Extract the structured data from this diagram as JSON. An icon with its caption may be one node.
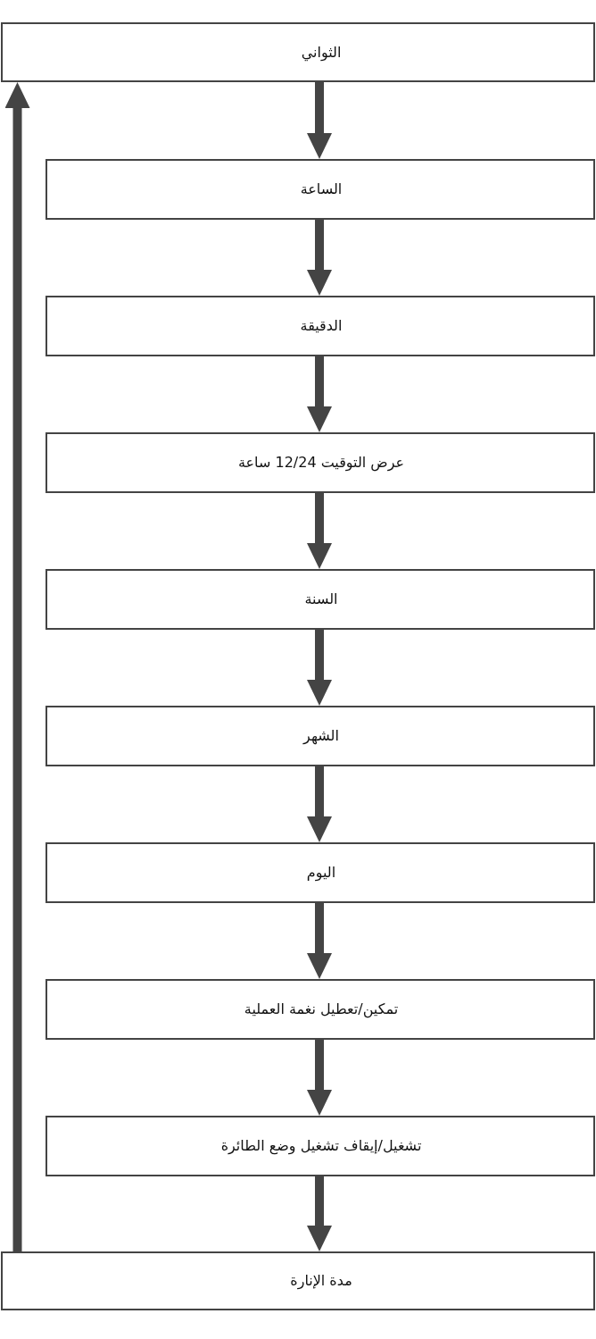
{
  "diagram": {
    "nodes": [
      {
        "text": [
          "الثواني"
        ]
      },
      {
        "text": [
          "الساعة"
        ]
      },
      {
        "text": [
          "الدقيقة"
        ]
      },
      {
        "text": [
          "عرض التوقيت 12/24 ساعة"
        ]
      },
      {
        "text": [
          "السنة"
        ]
      },
      {
        "text": [
          "الشهر"
        ]
      },
      {
        "text": [
          "اليوم"
        ]
      },
      {
        "text": [
          "تمكين/تعطيل نغمة العملية"
        ]
      },
      {
        "text": [
          "تشغيل/إيقاف تشغيل وضع الطائرة"
        ]
      },
      {
        "text": [
          "مدة الإنارة"
        ]
      }
    ],
    "edges": [
      {
        "from": 0,
        "to": 1,
        "arrow": "to"
      },
      {
        "from": 1,
        "to": 2,
        "arrow": "to"
      },
      {
        "from": 2,
        "to": 3,
        "arrow": "to"
      },
      {
        "from": 3,
        "to": 4,
        "arrow": "to"
      },
      {
        "from": 4,
        "to": 5,
        "arrow": "to"
      },
      {
        "from": 5,
        "to": 6,
        "arrow": "to"
      },
      {
        "from": 6,
        "to": 7,
        "arrow": "to"
      },
      {
        "from": 7,
        "to": 8,
        "arrow": "to"
      },
      {
        "from": 8,
        "to": 9,
        "arrow": "to"
      },
      {
        "from": 9,
        "to": 0,
        "arrow": "to"
      }
    ]
  }
}
